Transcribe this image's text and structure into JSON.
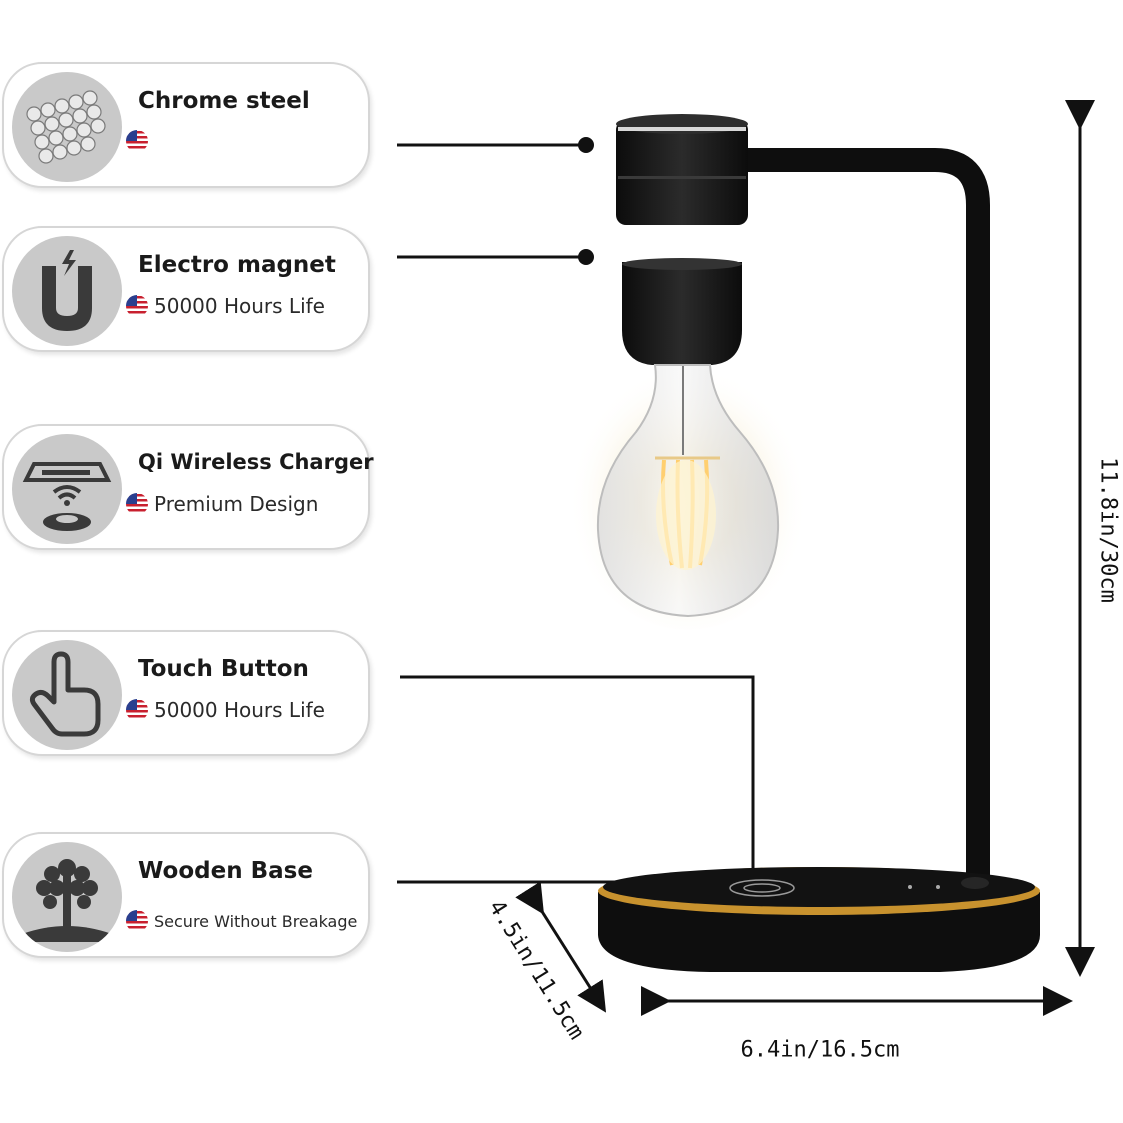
{
  "features": [
    {
      "title": "Chrome steel",
      "subtitle": "",
      "icon": "steel-rods-icon"
    },
    {
      "title": "Electro magnet",
      "subtitle": "50000 Hours Life",
      "icon": "magnet-icon"
    },
    {
      "title": "Qi Wireless Charger",
      "subtitle": "Premium Design",
      "icon": "wireless-charger-icon"
    },
    {
      "title": "Touch Button",
      "subtitle": "50000 Hours Life",
      "icon": "touch-hand-icon"
    },
    {
      "title": "Wooden Base",
      "subtitle": "Secure Without Breakage",
      "icon": "tree-icon"
    }
  ],
  "dimensions": {
    "height": "11.8in/30cm",
    "width": "6.4in/16.5cm",
    "depth": "4.5in/11.5cm"
  },
  "colors": {
    "lamp_body": "#111111",
    "base_trim": "#c8922e",
    "bulb_glow": "#fff3c4",
    "card_border": "#d6d6d6",
    "icon_circle": "#c9c9c9"
  }
}
